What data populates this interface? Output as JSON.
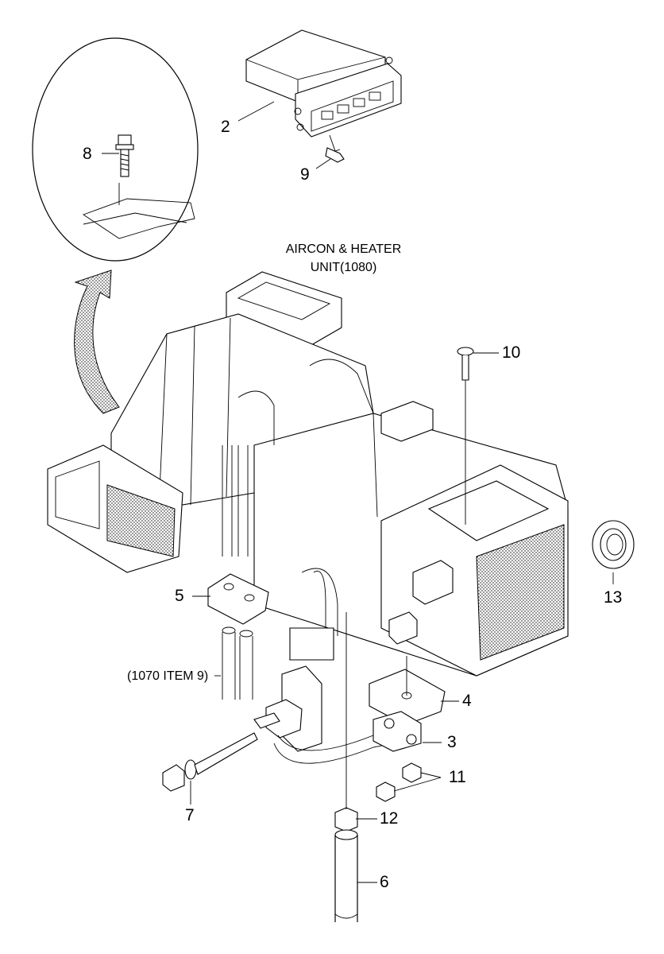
{
  "callouts": [
    {
      "id": "2",
      "label": "2"
    },
    {
      "id": "3",
      "label": "3"
    },
    {
      "id": "4",
      "label": "4"
    },
    {
      "id": "5",
      "label": "5"
    },
    {
      "id": "6",
      "label": "6"
    },
    {
      "id": "7",
      "label": "7"
    },
    {
      "id": "8",
      "label": "8"
    },
    {
      "id": "9",
      "label": "9"
    },
    {
      "id": "10",
      "label": "10"
    },
    {
      "id": "11",
      "label": "11"
    },
    {
      "id": "12",
      "label": "12"
    },
    {
      "id": "13",
      "label": "13"
    }
  ],
  "captions": {
    "unit_line1": "AIRCON & HEATER",
    "unit_line2": "UNIT(1080)",
    "reference": "(1070 ITEM 9)"
  }
}
